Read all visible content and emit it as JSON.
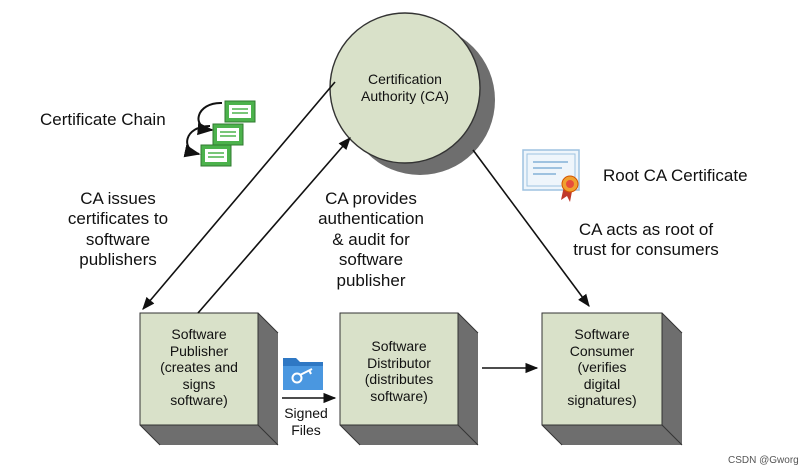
{
  "ca": {
    "line1": "Certification",
    "line2": "Authority (CA)"
  },
  "chain": {
    "label": "Certificate Chain"
  },
  "root": {
    "label": "Root CA Certificate"
  },
  "arrows": {
    "issues": [
      "CA issues",
      "certificates to",
      "software",
      "publishers"
    ],
    "provides": [
      "CA provides",
      "authentication",
      "& audit for",
      "software",
      "publisher"
    ],
    "trust": [
      "CA acts as root of",
      "trust for consumers"
    ],
    "signed": [
      "Signed",
      "Files"
    ]
  },
  "boxes": {
    "publisher": [
      "Software",
      "Publisher",
      "(creates and",
      "signs",
      "software)"
    ],
    "distributor": [
      "Software",
      "Distributor",
      "(distributes",
      "software)"
    ],
    "consumer": [
      "Software",
      "Consumer",
      "(verifies",
      "digital",
      "signatures)"
    ]
  },
  "watermark": "CSDN @Gworg",
  "colors": {
    "box_fill": "#d9e1c9",
    "ca_fill": "#d9e1c9",
    "shadow": "#6e6e6e",
    "cert_green": "#4cb24c",
    "folder_blue": "#2f78c4"
  }
}
